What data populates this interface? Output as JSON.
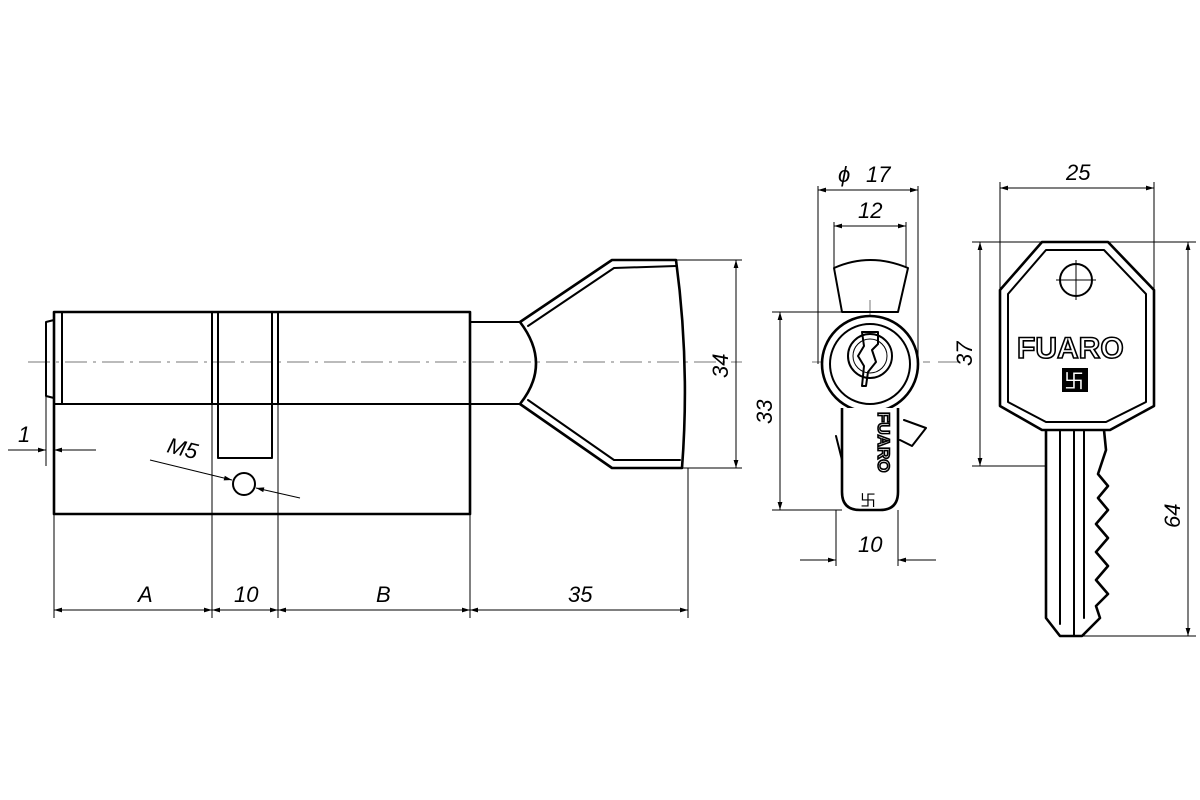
{
  "drawing": {
    "dimensions": {
      "left_offset": "1",
      "thread": "M5",
      "seg_a": "A",
      "seg_mid": "10",
      "seg_b": "B",
      "seg_knob": "35",
      "knob_height": "34",
      "diameter": "17",
      "diameter_symbol": "ϕ",
      "front_width": "12",
      "front_height": "33",
      "front_cam": "10",
      "key_width": "25",
      "key_head": "37",
      "key_length": "64"
    },
    "brand": {
      "key_label": "FUARO",
      "front_label": "FUARO",
      "logo_mark": "卐"
    }
  }
}
